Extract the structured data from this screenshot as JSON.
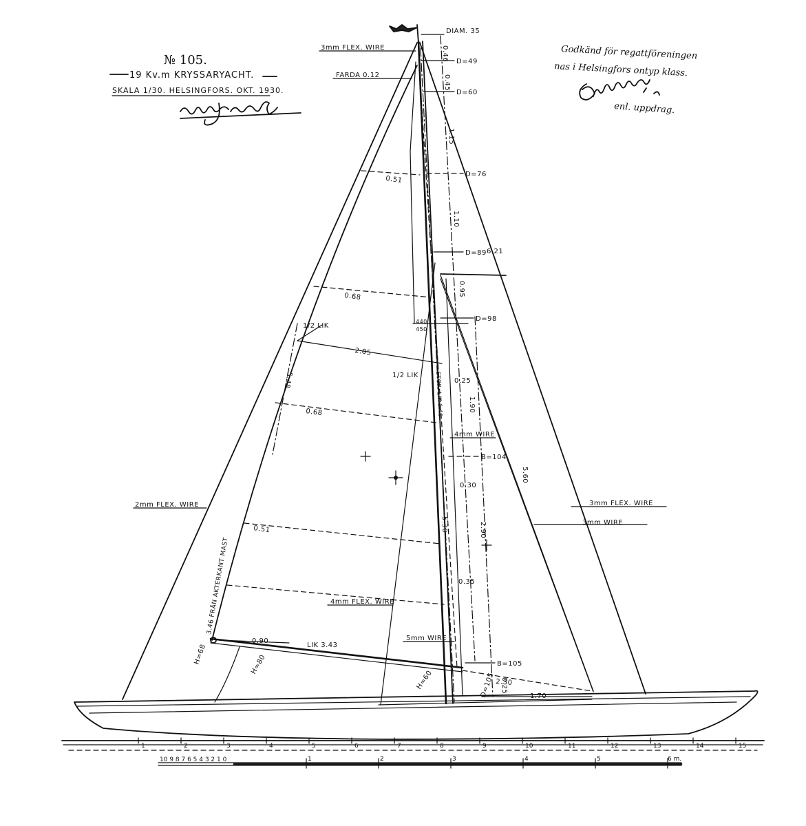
{
  "title_block": {
    "number": "№ 105.",
    "subtitle": "19 Kv.m KRYSSARYACHT.",
    "scale_line": "SKALA 1/30.  HELSINGFORS. OKT. 1930."
  },
  "approval_note": {
    "line1": "Godkänd för regattfören­ingen",
    "line2": "nas i Helsingfors ontyp klass.",
    "role": "enl. uppdrag."
  },
  "mast_dimensions": [
    {
      "key": "diam_top",
      "text": "DIAM. 35"
    },
    {
      "key": "d49",
      "text": "D=49"
    },
    {
      "key": "d60",
      "text": "D=60"
    },
    {
      "key": "d76",
      "text": "D=76"
    },
    {
      "key": "d89",
      "text": "D=89"
    },
    {
      "key": "d98",
      "text": "D=98"
    },
    {
      "key": "b104",
      "text": "B=104"
    },
    {
      "key": "b105",
      "text": "B=105"
    }
  ],
  "mast_spacings": [
    {
      "key": "s046",
      "text": "0.46"
    },
    {
      "key": "s045",
      "text": "0.45"
    },
    {
      "key": "s115",
      "text": "1.15"
    },
    {
      "key": "s110",
      "text": "1.10"
    },
    {
      "key": "s095",
      "text": "0.95"
    },
    {
      "key": "s190",
      "text": "1.90"
    },
    {
      "key": "s290",
      "text": "2.90"
    },
    {
      "key": "s530",
      "text": "5.30"
    },
    {
      "key": "s025",
      "text": "0.25"
    },
    {
      "key": "s030",
      "text": "0.30"
    },
    {
      "key": "s035",
      "text": "0.35"
    },
    {
      "key": "s621",
      "text": "6.21"
    },
    {
      "key": "s560",
      "text": "5.60"
    }
  ],
  "sail_labels": {
    "batten1": "0.51",
    "batten2": "0.68",
    "batten3": "0.68",
    "batten4": "0.51",
    "half_lik_upper": "1/2 LIK",
    "half_lik_lower": "1/2 LIK",
    "width": "2.05",
    "luff_len": "5.48",
    "storlik": "STOR. LIK 6.46",
    "farda": "FARDA 0.12",
    "mid_a": "440",
    "mid_b": "450"
  },
  "wire_labels": {
    "wire_top": "3mm FLEX. WIRE",
    "wire_backstay": "2mm FLEX. WIRE",
    "wire_fore_flex": "3mm FLEX. WIRE",
    "wire_fore": "3mm WIRE",
    "wire_4mm": "4mm WIRE",
    "wire_4mm_flex": "4mm FLEX. WIRE",
    "wire_5mm": "5mm WIRE"
  },
  "boom_labels": {
    "h68": "H=68",
    "h80": "H=80",
    "h60": "H=60",
    "b90": "0.90",
    "lik343": "LIK 3.43",
    "d105": "D=105",
    "d230": "2.30",
    "d170": "1.70",
    "vert": "3.46 FRÅN AKTERKANT MAST",
    "d025b": "0.25"
  },
  "scale_bar": {
    "numbers": [
      "1",
      "2",
      "3",
      "4",
      "5",
      "6"
    ],
    "unit": "6 m.",
    "sub": "10 9 8 7 6 5 4 3 2 1 0"
  },
  "station_numbers": [
    "1",
    "2",
    "3",
    "4",
    "5",
    "6",
    "7",
    "8",
    "9",
    "10",
    "11",
    "12",
    "13",
    "14",
    "15"
  ]
}
